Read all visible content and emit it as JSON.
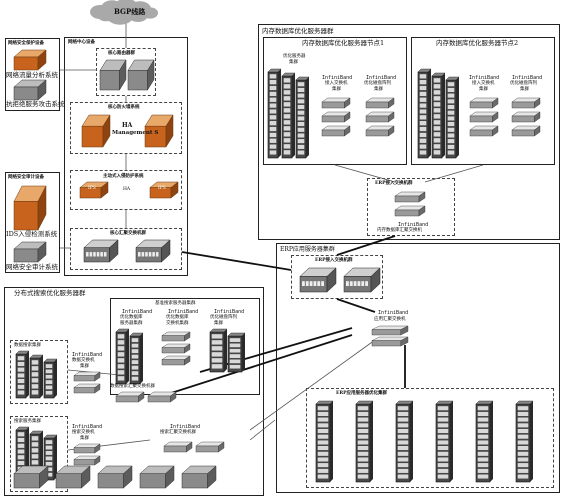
{
  "diagram": {
    "cloud": {
      "label": "BGP线路"
    },
    "network_center": {
      "title": "网络中心设备",
      "core_router_cluster": "核心路由器群",
      "core_firewall_cluster": "核心防火墙系统",
      "ha_label": "HA",
      "ha_management": "Management S",
      "intrusion_protection": "主动式入侵防护系统",
      "ips_left": "IPS",
      "ips_right": "IPS",
      "ha_small": "HA",
      "core_switch_cluster": "核心汇聚交换机群"
    },
    "security_top": {
      "title": "网络安全保护设备",
      "traffic_analysis": "网络流量分析系统",
      "anti_dos": "抗拒绝服务攻击系统"
    },
    "security_bottom": {
      "title": "网络安全审计设备",
      "ids": "IDS入侵检测系统",
      "audit": "网络安全审计系统"
    },
    "memory_db": {
      "title": "内存数据库优化服务器群",
      "node1": "内存数据库优化服务器节点1",
      "node2": "内存数据库优化服务器节点2",
      "server_cluster": [
        "优化服务器",
        "集群"
      ],
      "infiniband": "InfiniBand",
      "access_switch": [
        "接入交换机",
        "集群"
      ],
      "storage_array": [
        "优化磁盘阵列",
        "集群"
      ],
      "erp_access_cluster": "ERP接入交换机群",
      "aggregation_switch": "内存数据库汇聚交换机"
    },
    "erp_cluster": {
      "title": "ERP应用服务器集群",
      "erp_access_switch": "ERP接入交换机群",
      "app_aggregation": "应用汇聚交换机",
      "erp_server_cluster": "ERP应用服务器优化集群"
    },
    "distributed": {
      "title": "分布式搜索优化服务器群",
      "base_search": "基准搜索服务器集群",
      "opt_server_cluster": [
        "优化数据库",
        "服务器集群"
      ],
      "opt_switch_cluster": [
        "优化数据库",
        "交换机集群"
      ],
      "opt_storage_cluster": [
        "优化磁盘阵列",
        "集群"
      ],
      "data_index": "数据搜索集群",
      "data_switch": [
        "数据交换机",
        "集群"
      ],
      "data_aggregation": "数据搜索汇聚交换机群",
      "search_service": "搜索服务集群",
      "search_switch": [
        "搜索交换机",
        "集群"
      ],
      "search_aggregation": "搜索汇聚交换机群"
    }
  }
}
